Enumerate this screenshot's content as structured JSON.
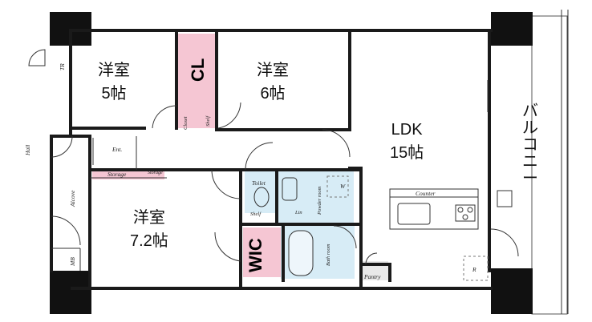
{
  "rooms": {
    "western5": {
      "name": "洋室",
      "size": "5帖"
    },
    "western6": {
      "name": "洋室",
      "size": "6帖"
    },
    "western72": {
      "name": "洋室",
      "size": "7.2帖"
    },
    "ldk": {
      "name": "LDK",
      "size": "15帖"
    }
  },
  "closets": {
    "cl": "CL",
    "wic": "WIC"
  },
  "balcony": "バルコニー",
  "small_labels": {
    "tr": "TR",
    "hall": "Hall",
    "alcove": "Alcove",
    "mb": "MB",
    "ent": "Ent.",
    "storage": "Storage",
    "storage2": "Storage",
    "closet": "Closet",
    "shelf": "Shelf",
    "toilet": "Toilet",
    "shelf2": "Shelf",
    "linen": "Lin",
    "powder": "Powder room",
    "w": "W",
    "bath": "Bath room",
    "pantry": "Pantry",
    "counter": "Counter",
    "r": "R"
  },
  "colors": {
    "wall": "#1a1a1a",
    "pink_fill": "#f5c6d3",
    "blue_fill": "#d7ecf6",
    "floor_grey": "#e8e8e8"
  }
}
